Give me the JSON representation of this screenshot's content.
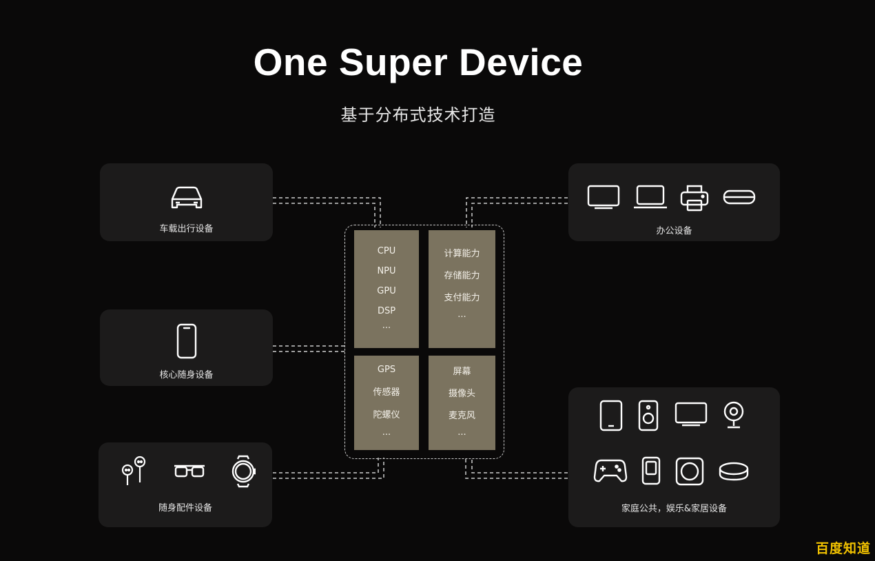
{
  "title": "One Super Device",
  "subtitle": "基于分布式技术打造",
  "boxes": {
    "car": {
      "label": "车载出行设备",
      "icons": [
        "car-icon"
      ]
    },
    "core_personal": {
      "label": "核心随身设备",
      "icons": [
        "smartphone-icon"
      ]
    },
    "accessories": {
      "label": "随身配件设备",
      "icons": [
        "earbuds-icon",
        "glasses-icon",
        "smartwatch-icon"
      ]
    },
    "office": {
      "label": "办公设备",
      "icons": [
        "monitor-icon",
        "laptop-icon",
        "printer-icon",
        "projector-icon"
      ]
    },
    "home": {
      "label": "家庭公共，娱乐&家居设备",
      "icons": [
        "tablet-icon",
        "speaker-icon",
        "tv-icon",
        "webcam-icon",
        "gamepad-icon",
        "smart-panel-icon",
        "washer-icon",
        "robot-vacuum-icon"
      ]
    }
  },
  "core": {
    "hardware_compute": [
      "CPU",
      "NPU",
      "GPU",
      "DSP",
      "..."
    ],
    "capabilities": [
      "计算能力",
      "存储能力",
      "支付能力",
      "..."
    ],
    "sensors": [
      "GPS",
      "传感器",
      "陀螺仪",
      "..."
    ],
    "io": [
      "屏幕",
      "摄像头",
      "麦克风",
      "..."
    ]
  },
  "colors": {
    "background": "#0a0909",
    "box": "#1c1b1b",
    "cell": "#7b735f",
    "watermark": "#f2c200"
  },
  "watermark": "百度知道"
}
